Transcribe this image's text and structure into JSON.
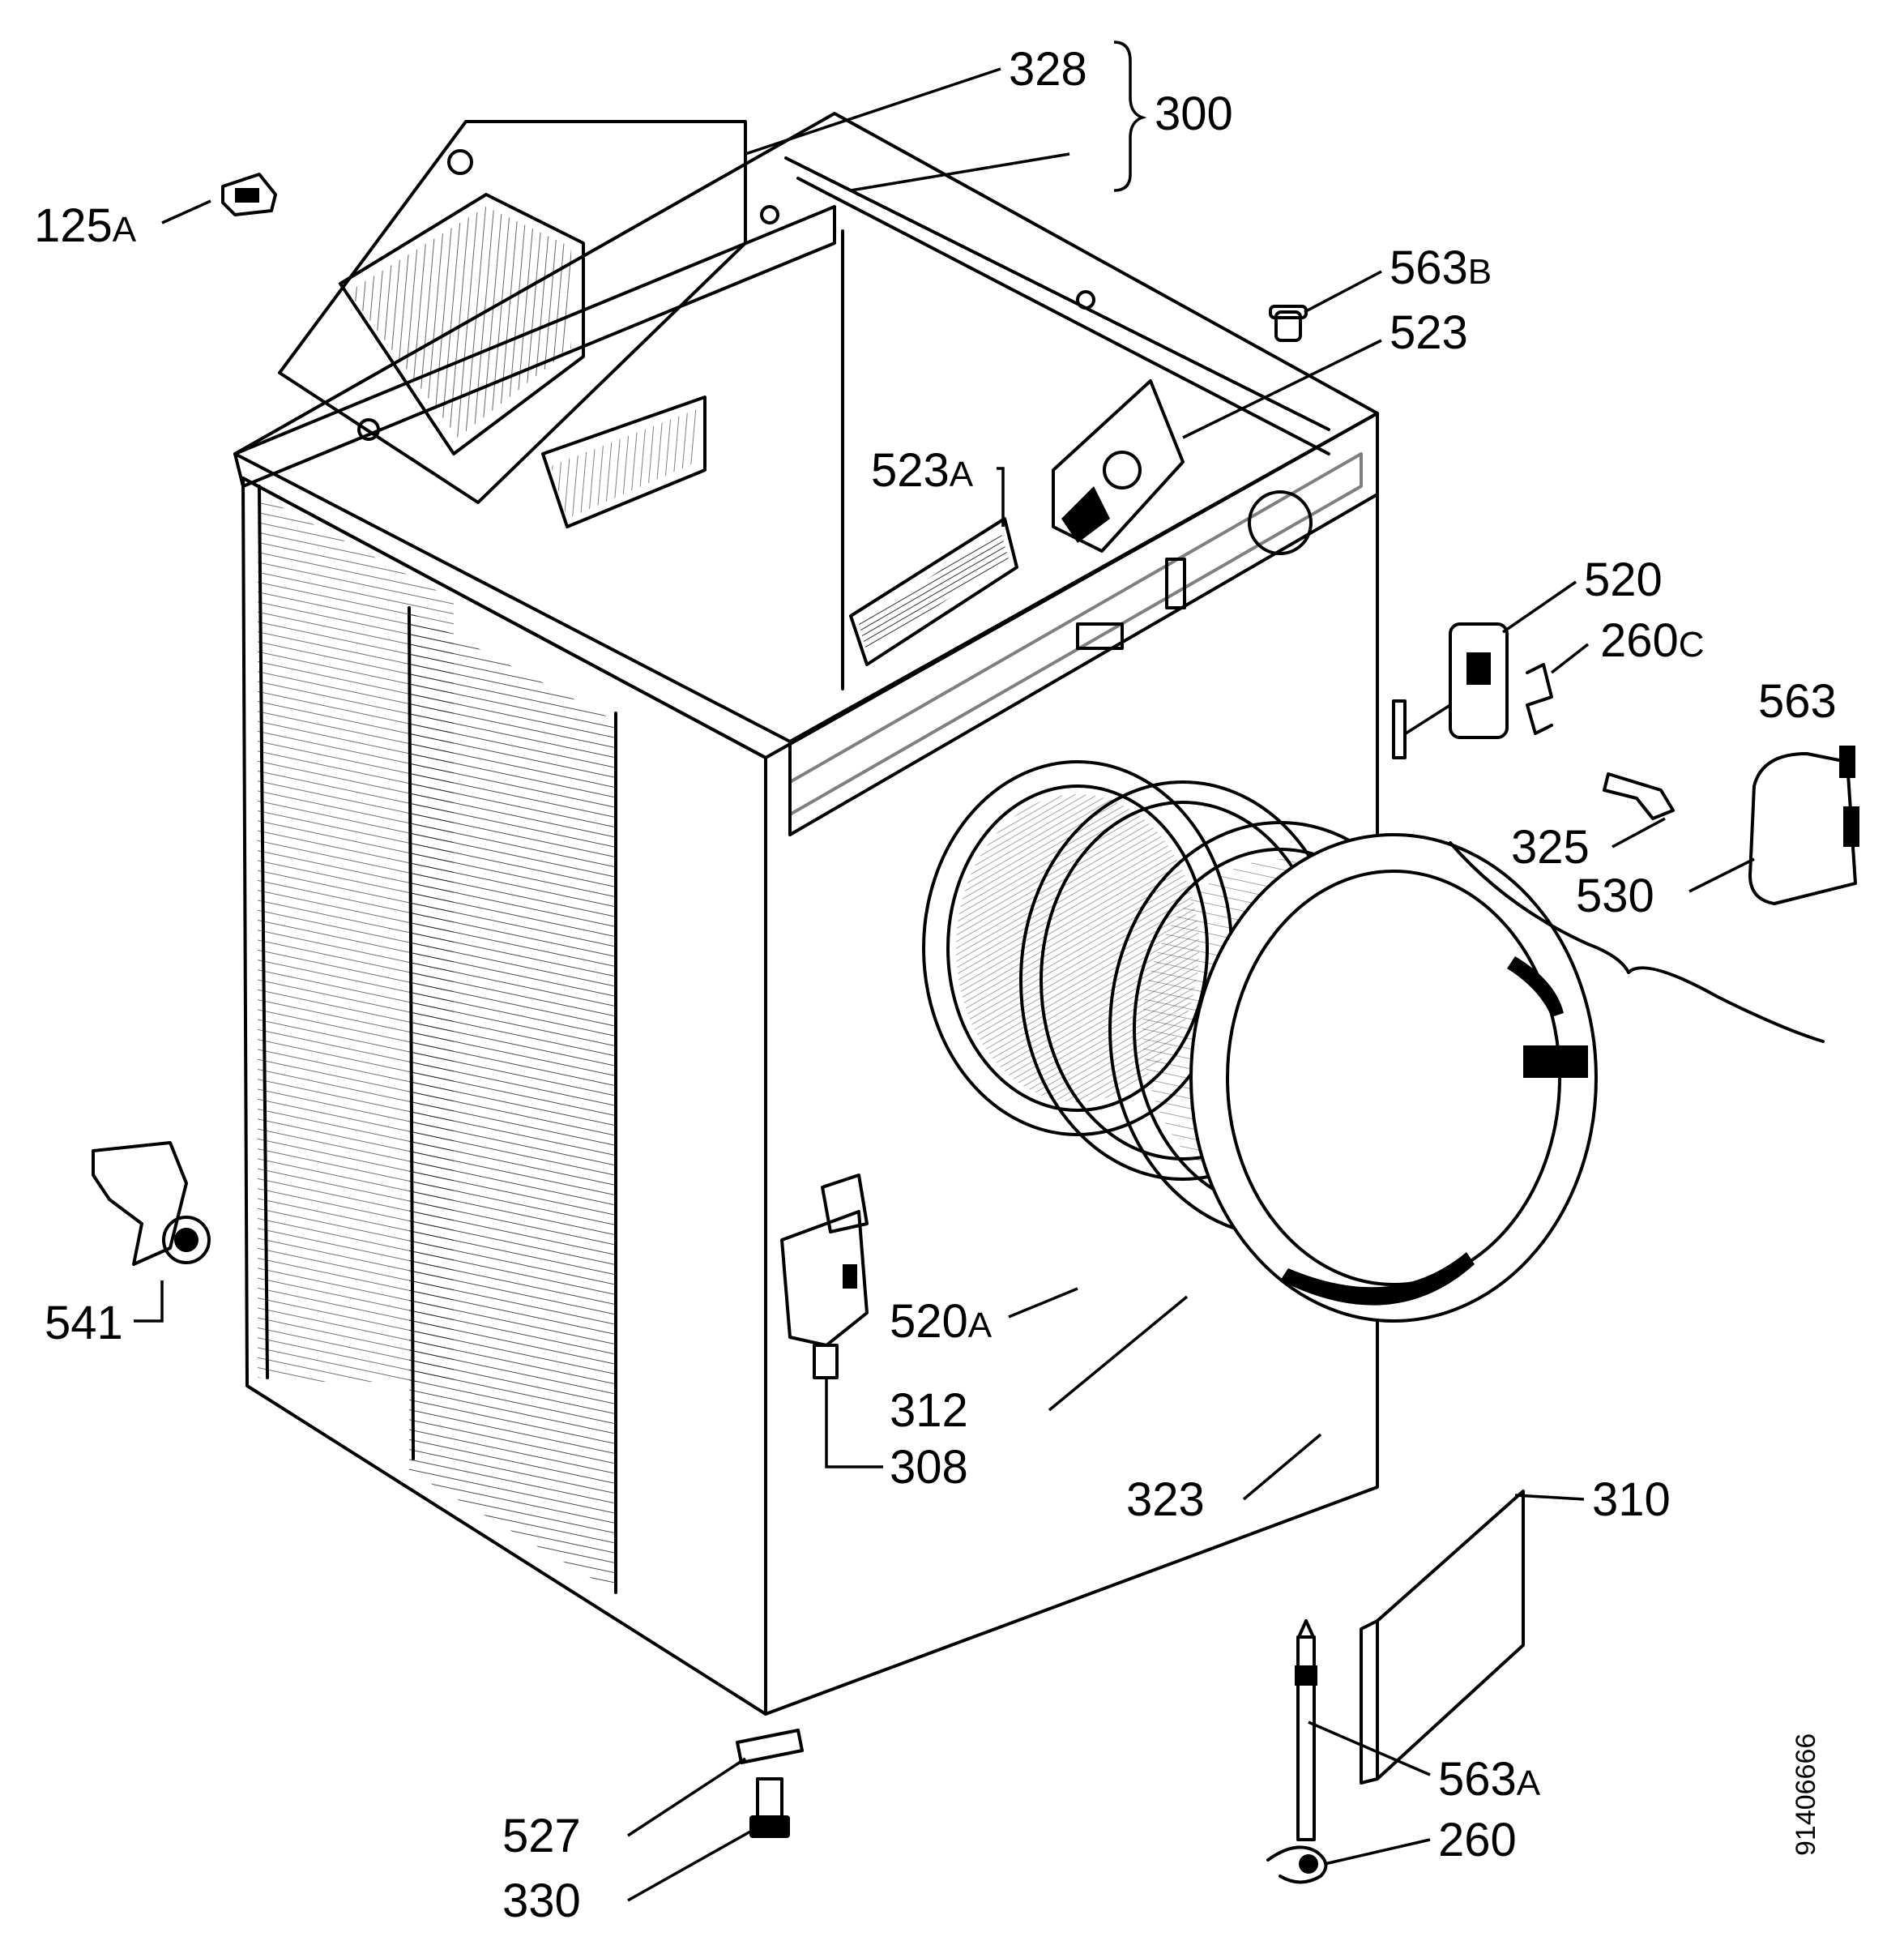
{
  "labels": {
    "p328": "328",
    "p300": "300",
    "p125a": "125",
    "p125a_suffix": "A",
    "p563b": "563",
    "p563b_suffix": "B",
    "p523": "523",
    "p523a": "523",
    "p523a_suffix": "A",
    "p520": "520",
    "p260c": "260",
    "p260c_suffix": "C",
    "p563": "563",
    "p325": "325",
    "p530": "530",
    "p541": "541",
    "p520a": "520",
    "p520a_suffix": "A",
    "p312": "312",
    "p308": "308",
    "p323": "323",
    "p310": "310",
    "p563a": "563",
    "p563a_suffix": "A",
    "p260": "260",
    "p527": "527",
    "p330": "330"
  },
  "document_number": "91406666"
}
